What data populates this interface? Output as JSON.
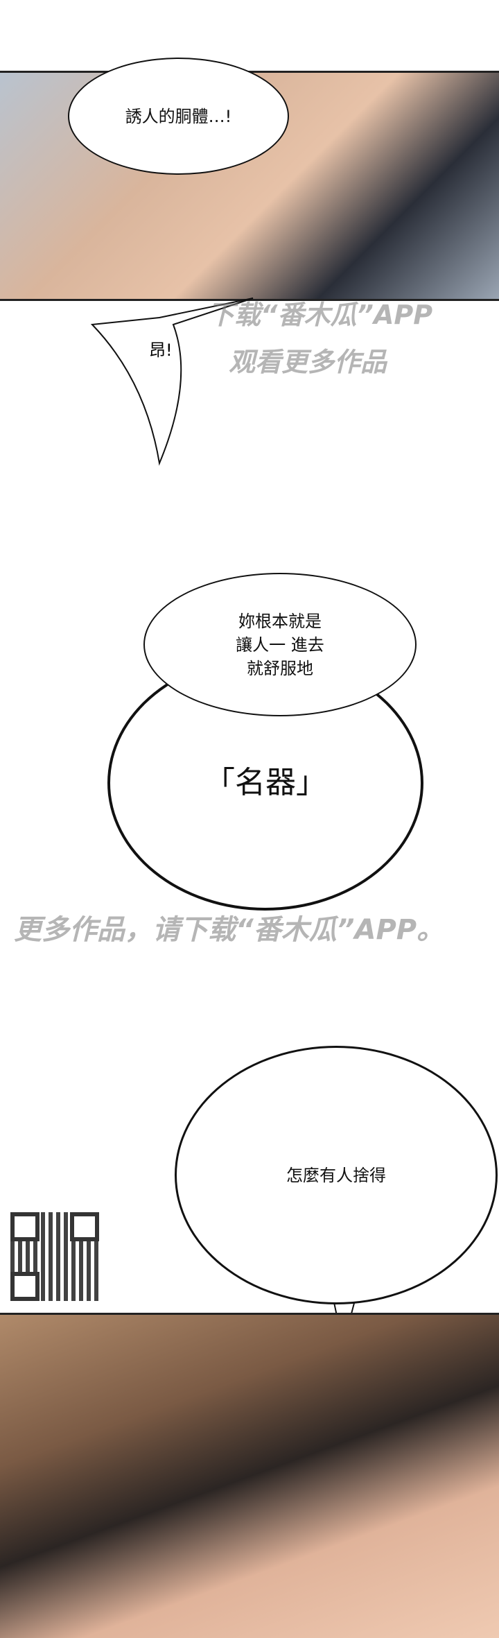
{
  "panels": [
    {
      "name": "top-panel"
    },
    {
      "name": "bottom-panel"
    }
  ],
  "bubbles": {
    "b1": "誘人的胴體…!",
    "b2": "昂!",
    "b3": "妳根本就是\n讓人一 進去\n就舒服地",
    "b4": "「名器」",
    "b5": "怎麼有人捨得"
  },
  "watermarks": {
    "w1": "下载“番木瓜”APP",
    "w2": "观看更多作品",
    "w3": "更多作品，请下载“番木瓜”APP。",
    "logo": "番木瓜"
  }
}
